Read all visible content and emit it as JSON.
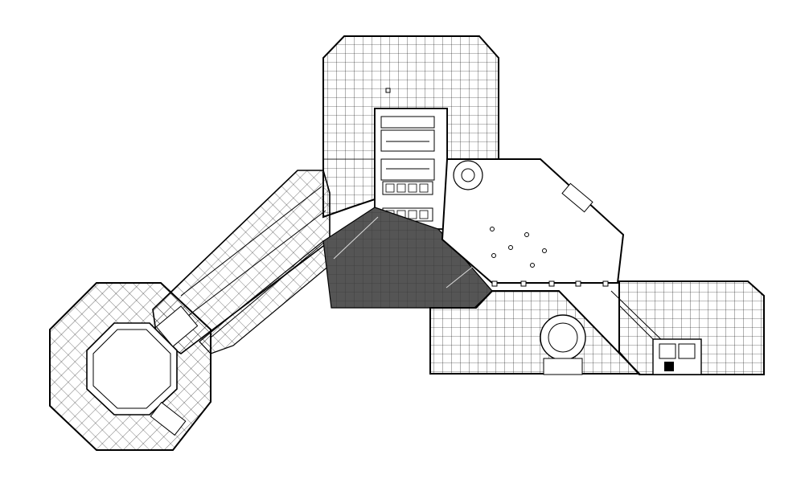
{
  "drawing": {
    "background_color": "#ffffff",
    "line_color": "#000000",
    "grid_color": "#000000",
    "highlight_fill": "#555555",
    "interior_fill": "#ffffff"
  },
  "zones": [
    {
      "name": "north-block",
      "fill": "grid"
    },
    {
      "name": "west-wing",
      "fill": "diagonal-grid"
    },
    {
      "name": "octagon-pavilion",
      "fill": "diagonal-grid"
    },
    {
      "name": "central-highlight-zone",
      "fill": "solid-dark"
    },
    {
      "name": "east-atrium",
      "fill": "open"
    },
    {
      "name": "southeast-block",
      "fill": "grid"
    },
    {
      "name": "east-block",
      "fill": "grid"
    },
    {
      "name": "core",
      "fill": "rooms"
    }
  ]
}
